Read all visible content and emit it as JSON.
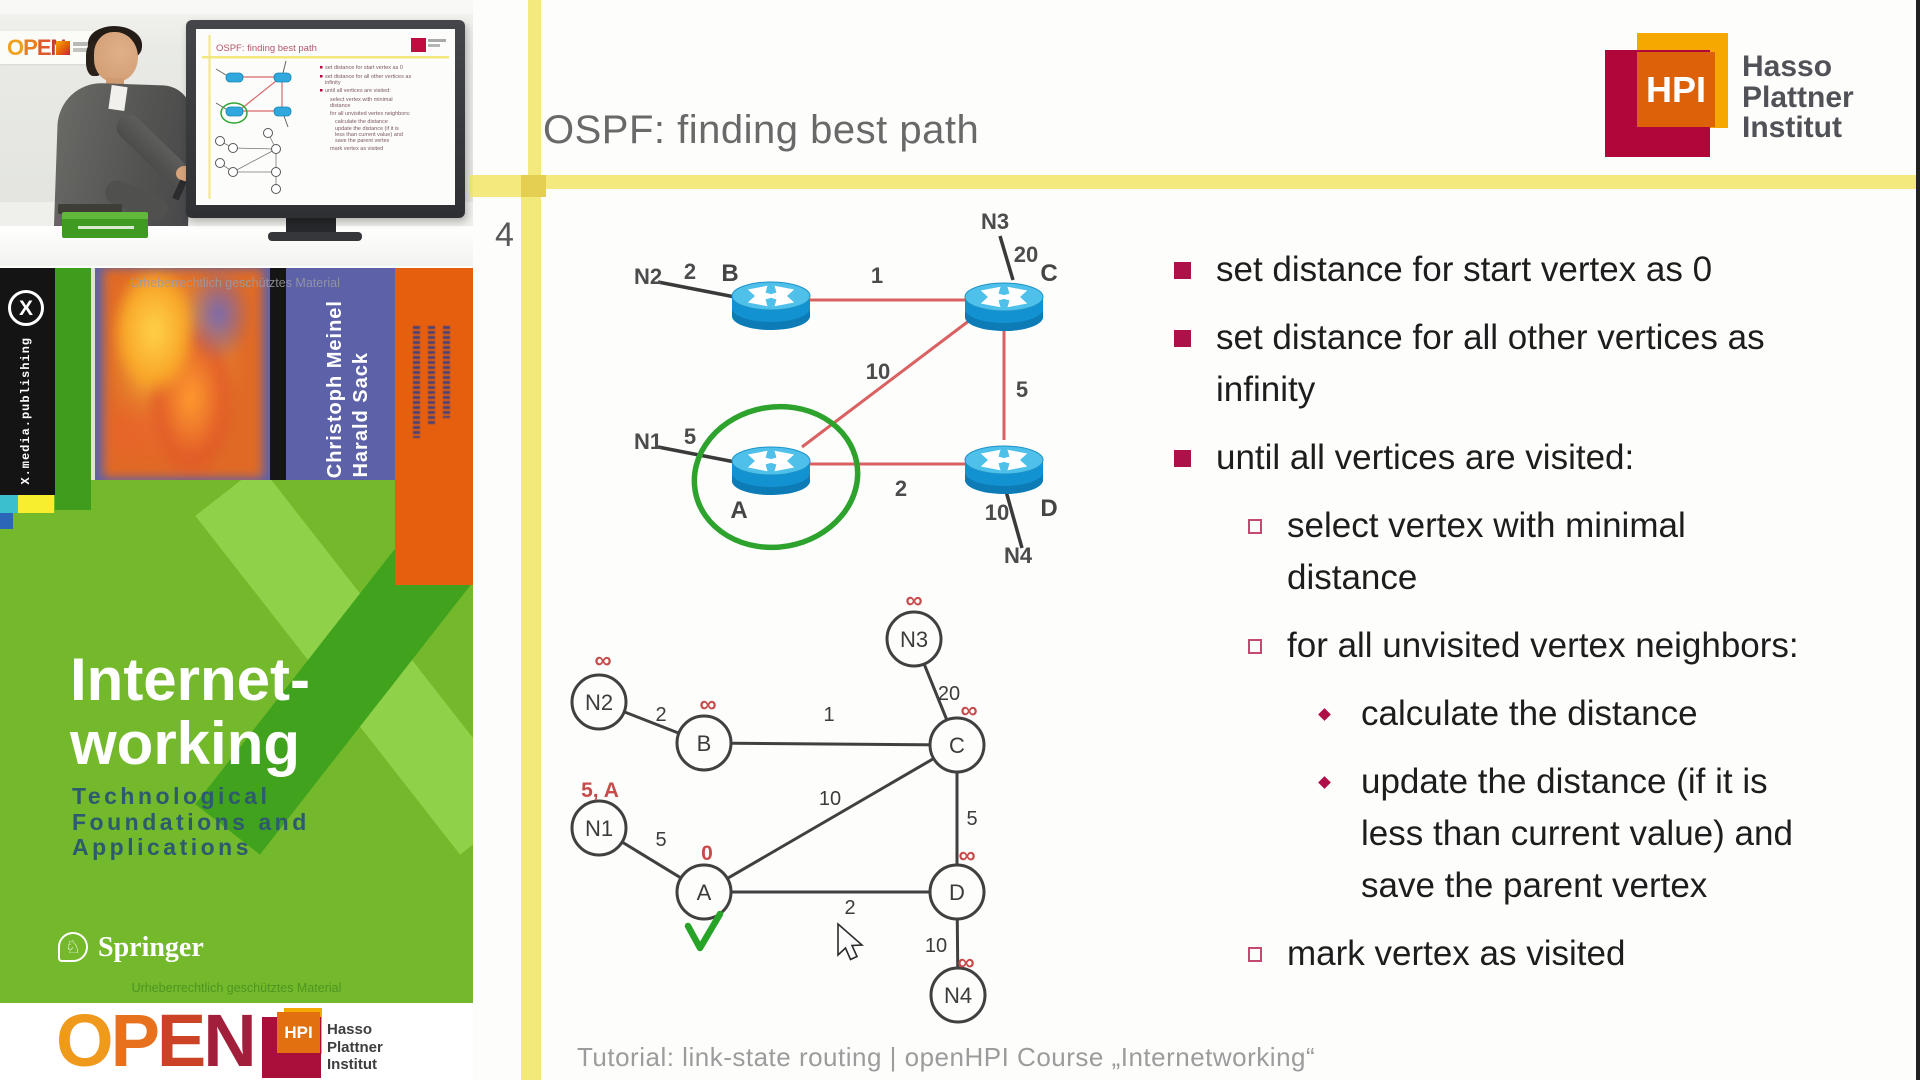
{
  "branding": {
    "open_letters": [
      "O",
      "P",
      "E",
      "N"
    ],
    "hpi_acronym": "HPI",
    "hpi_name": [
      "Hasso",
      "Plattner",
      "Institut"
    ],
    "colors": {
      "crimson": "#b1063a",
      "orange": "#dd6108",
      "yellow": "#f6a800"
    }
  },
  "book": {
    "copyright": "Urheberrechtlich geschütztes Material",
    "imprint_x": "X",
    "imprint_vertical": "X.media.publishing",
    "authors": [
      "Christoph Meinel",
      "Harald Sack"
    ],
    "title_lines": [
      "Internet-",
      "working"
    ],
    "subtitle_lines": [
      "Technological",
      "Foundations and",
      "Applications"
    ],
    "publisher": "Springer",
    "publisher_icon": "♘"
  },
  "slide": {
    "page_number": "4",
    "title": "OSPF: finding best path",
    "footer": "Tutorial: link-state routing | openHPI Course „Internetworking“",
    "bullets": [
      {
        "level": 1,
        "lines": [
          "set distance for start vertex as 0"
        ]
      },
      {
        "level": 1,
        "lines": [
          "set distance for all other vertices as",
          "infinity"
        ]
      },
      {
        "level": 1,
        "lines": [
          "until all vertices are visited:"
        ]
      },
      {
        "level": 2,
        "lines": [
          "select vertex with minimal",
          "distance"
        ]
      },
      {
        "level": 2,
        "lines": [
          "for all unvisited vertex neighbors:"
        ]
      },
      {
        "level": 3,
        "lines": [
          "calculate the distance"
        ]
      },
      {
        "level": 3,
        "lines": [
          "update the distance (if it is",
          "less than current value) and",
          "save the parent vertex"
        ]
      },
      {
        "level": 2,
        "lines": [
          "mark vertex as visited"
        ]
      }
    ]
  },
  "network_diagram": {
    "routers": [
      {
        "label": "A"
      },
      {
        "label": "B"
      },
      {
        "label": "C"
      },
      {
        "label": "D"
      }
    ],
    "links": [
      {
        "from": "B",
        "to": "C",
        "weight": "1"
      },
      {
        "from": "A",
        "to": "C",
        "weight": "10"
      },
      {
        "from": "C",
        "to": "D",
        "weight": "5"
      },
      {
        "from": "A",
        "to": "D",
        "weight": "2"
      }
    ],
    "stub_networks": [
      {
        "id": "N2",
        "router": "B",
        "weight": "2"
      },
      {
        "id": "N1",
        "router": "A",
        "weight": "5"
      },
      {
        "id": "N3",
        "router": "C",
        "weight": "20"
      },
      {
        "id": "N4",
        "router": "D",
        "weight": "10"
      }
    ],
    "highlighted_router": "A"
  },
  "graph": {
    "nodes": [
      {
        "id": "N2",
        "distance": "∞"
      },
      {
        "id": "B",
        "distance": "∞"
      },
      {
        "id": "N3",
        "distance": "∞"
      },
      {
        "id": "C",
        "distance": "∞"
      },
      {
        "id": "N1",
        "distance": "5, A"
      },
      {
        "id": "A",
        "distance": "0"
      },
      {
        "id": "D",
        "distance": "∞"
      },
      {
        "id": "N4",
        "distance": "∞"
      }
    ],
    "edges": [
      {
        "from": "N2",
        "to": "B",
        "weight": "2"
      },
      {
        "from": "B",
        "to": "C",
        "weight": "1"
      },
      {
        "from": "N3",
        "to": "C",
        "weight": "20"
      },
      {
        "from": "A",
        "to": "C",
        "weight": "10"
      },
      {
        "from": "C",
        "to": "D",
        "weight": "5"
      },
      {
        "from": "N1",
        "to": "A",
        "weight": "5"
      },
      {
        "from": "A",
        "to": "D",
        "weight": "2"
      },
      {
        "from": "D",
        "to": "N4",
        "weight": "10"
      }
    ],
    "visited": [
      "A"
    ]
  }
}
